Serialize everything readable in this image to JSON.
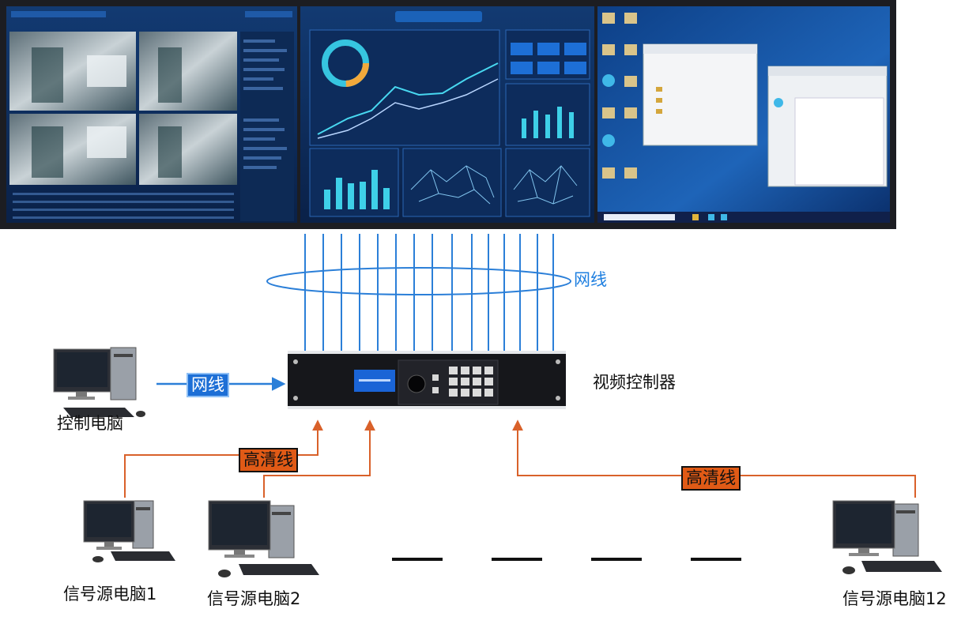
{
  "labels": {
    "network_cable_top": "网线",
    "network_cable_left": "网线",
    "video_controller": "视频控制器",
    "control_pc": "控制电脑",
    "hd_cable_left": "高清线",
    "hd_cable_right": "高清线",
    "source_pc_1": "信号源电脑1",
    "source_pc_2": "信号源电脑2",
    "source_pc_12": "信号源电脑12"
  },
  "colors": {
    "network_line": "#2b7fd8",
    "hd_line": "#d9612a",
    "hd_tag_bg": "#e05a16",
    "net_tag_bg": "#1d6fd6",
    "wall_frame": "#1c1d22",
    "screen_dark_blue": "#0b2a57"
  },
  "icons": [
    "desktop-computer-icon",
    "video-controller-device-icon",
    "video-wall-icon"
  ]
}
